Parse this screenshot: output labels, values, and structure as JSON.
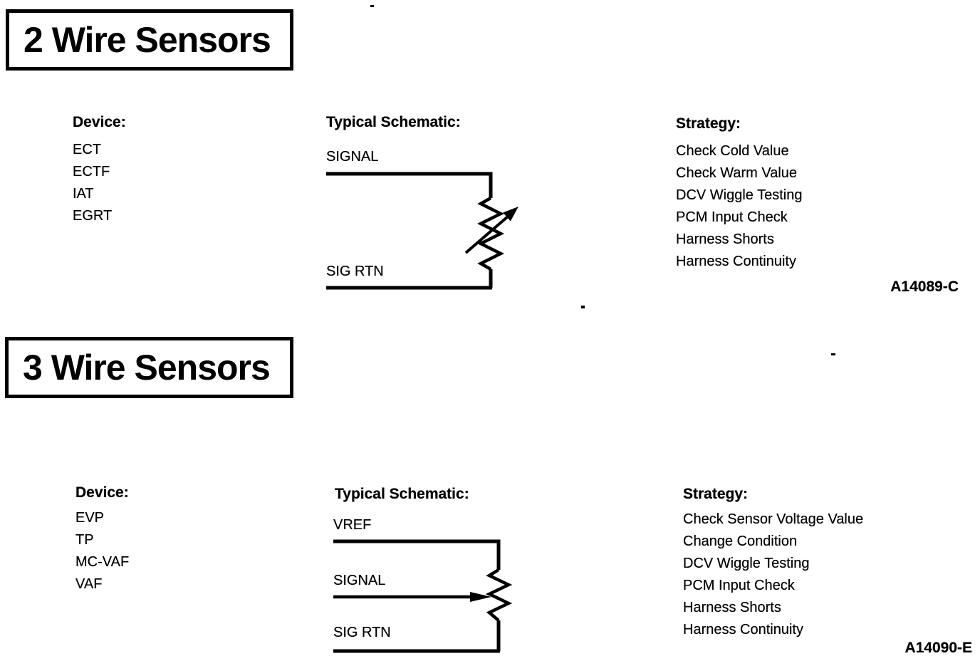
{
  "document": {
    "background": "#ffffff",
    "ink": "#000000"
  },
  "section_2wire": {
    "title": "2 Wire Sensors",
    "device_heading": "Device:",
    "devices": [
      "ECT",
      "ECTF",
      "IAT",
      "EGRT"
    ],
    "schematic_heading": "Typical Schematic:",
    "schematic": {
      "symbol": "variable-resistor-icon",
      "signal_label": "SIGNAL",
      "sig_rtn_label": "SIG RTN"
    },
    "strategy_heading": "Strategy:",
    "strategies": [
      "Check Cold Value",
      "Check Warm Value",
      "DCV Wiggle Testing",
      "PCM Input Check",
      "Harness Shorts",
      "Harness Continuity"
    ],
    "figure_ref": "A14089-C"
  },
  "section_3wire": {
    "title": "3 Wire Sensors",
    "device_heading": "Device:",
    "devices": [
      "EVP",
      "TP",
      "MC-VAF",
      "VAF"
    ],
    "schematic_heading": "Typical Schematic:",
    "schematic": {
      "symbol": "potentiometer-icon",
      "vref_label": "VREF",
      "signal_label": "SIGNAL",
      "sig_rtn_label": "SIG RTN"
    },
    "strategy_heading": "Strategy:",
    "strategies": [
      "Check Sensor Voltage Value",
      "Change Condition",
      "DCV Wiggle Testing",
      "PCM Input Check",
      "Harness Shorts",
      "Harness Continuity"
    ],
    "figure_ref": "A14090-E"
  }
}
